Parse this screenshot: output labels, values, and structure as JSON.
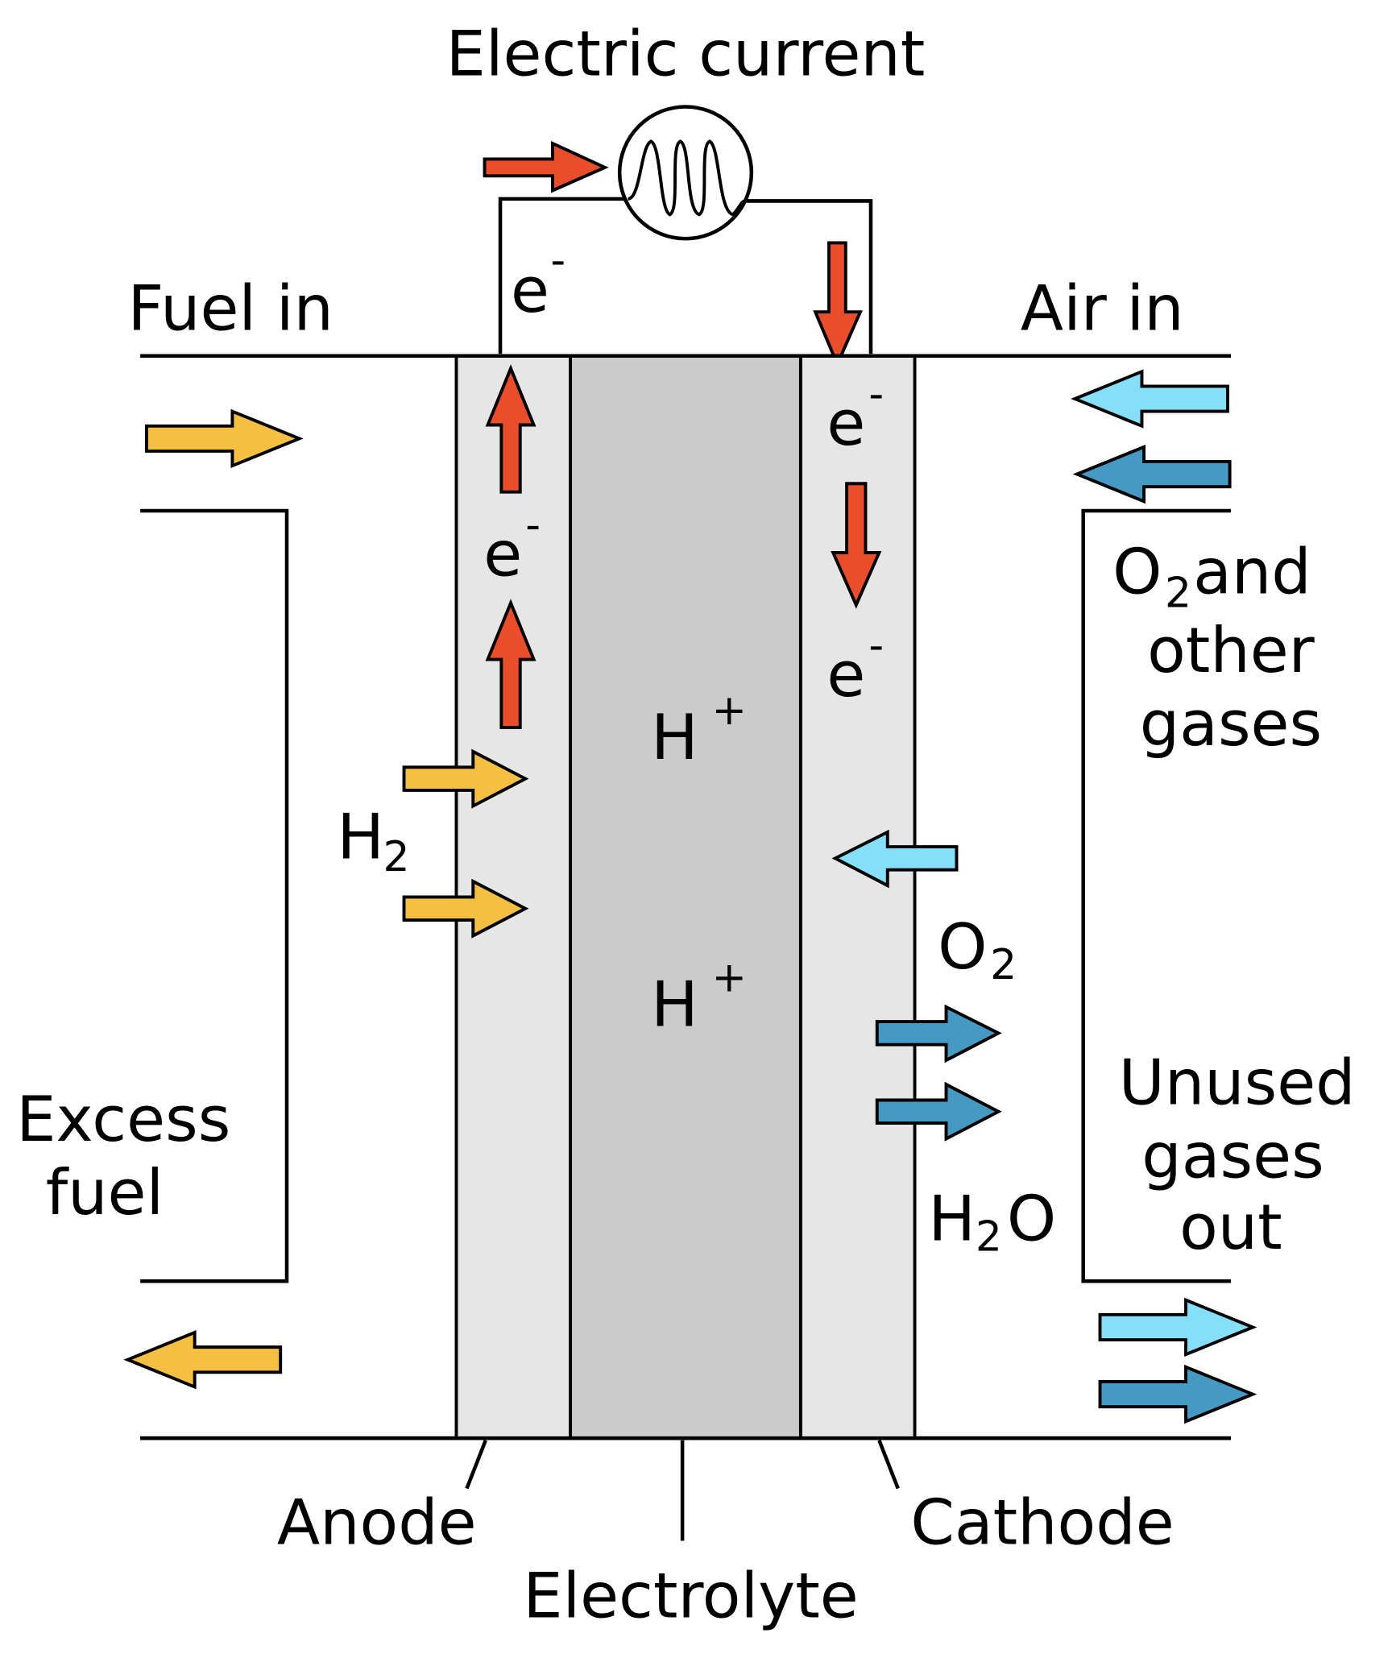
{
  "title": "Electric current",
  "colors": {
    "electron_arrow": "#E84E2C",
    "fuel_arrow": "#F4BF42",
    "oxygen_arrow": "#85DFF8",
    "water_arrow": "#4599C3",
    "electrode_fill": "#E6E6E6",
    "electrolyte_fill": "#CBCBCB"
  },
  "labels": {
    "fuel_in": "Fuel in",
    "air_in": "Air in",
    "excess_fuel_line1": "Excess",
    "excess_fuel_line2": "fuel",
    "o2_other_line1_main": "O",
    "o2_other_line1_sub": "2",
    "o2_other_line1_rest": " and",
    "o2_other_line2": "other",
    "o2_other_line3": "gases",
    "unused_line1": "Unused",
    "unused_line2": "gases",
    "unused_line3": "out",
    "anode": "Anode",
    "electrolyte": "Electrolyte",
    "cathode": "Cathode"
  },
  "species": {
    "electron": "e",
    "electron_charge": "-",
    "hydrogen_ion": "H",
    "hydrogen_ion_charge": "+",
    "h2_main": "H",
    "h2_sub": "2",
    "o2_main": "O",
    "o2_sub": "2",
    "h2o_h": "H",
    "h2o_sub": "2",
    "h2o_o": "O"
  },
  "components": {
    "load": "lightbulb-filament"
  }
}
